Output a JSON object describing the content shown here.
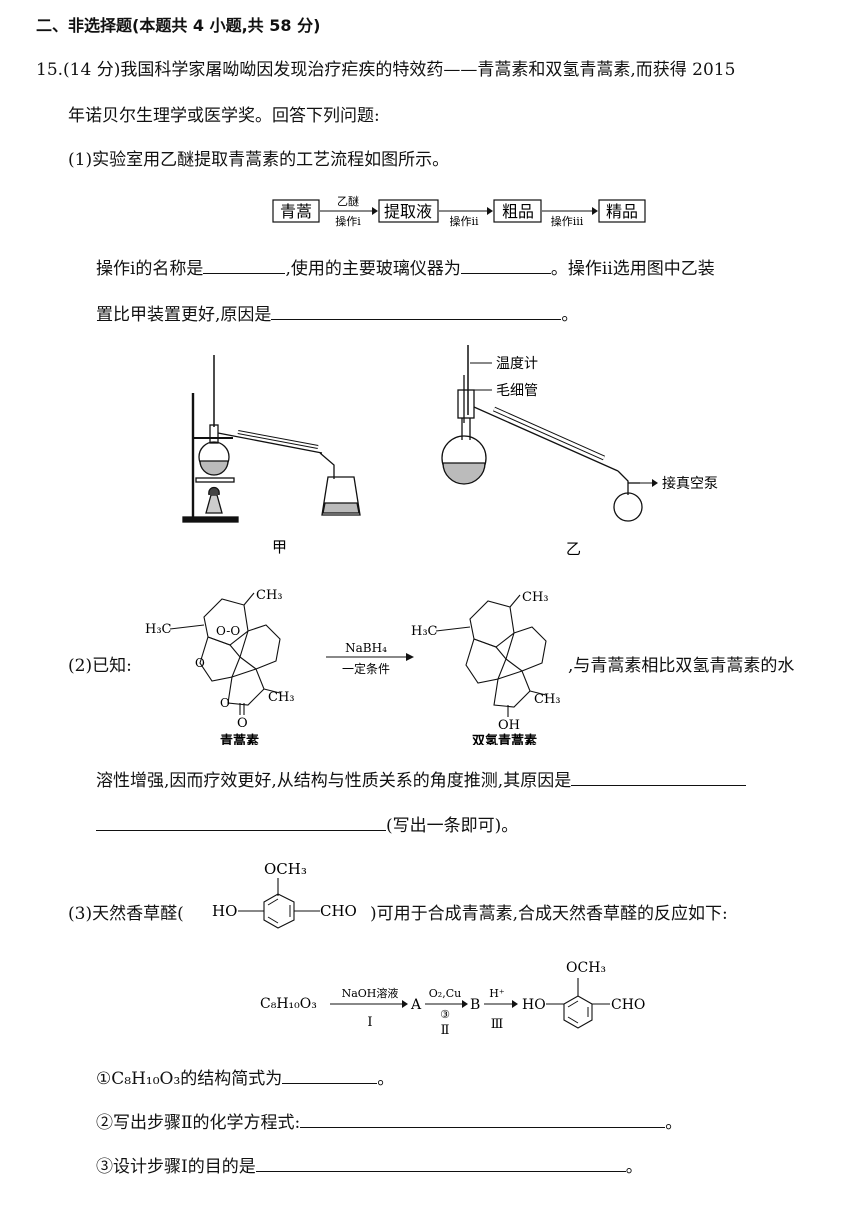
{
  "section_title": "二、非选择题(本题共 4 小题,共 58 分)",
  "q15": {
    "intro_line1": "15.(14 分)我国科学家屠呦呦因发现治疗疟疾的特效药——青蒿素和双氢青蒿素,而获得 2015",
    "intro_line2": "年诺贝尔生理学或医学奖。回答下列问题:",
    "p1_title": "(1)实验室用乙醚提取青蒿素的工艺流程如图所示。",
    "flow": {
      "box1": "青蒿",
      "box2": "提取液",
      "box3": "粗品",
      "box4": "精品",
      "arrow1_top": "乙醚",
      "arrow1_bottom": "操作ⅰ",
      "arrow2_bottom": "操作ⅱ",
      "arrow3_bottom": "操作ⅲ"
    },
    "p1_q1_a": "操作ⅰ的名称是",
    "p1_q1_b": ",使用的主要玻璃仪器为",
    "p1_q1_c": "。操作ⅱ选用图中乙装",
    "p1_q2_a": "置比甲装置更好,原因是",
    "p1_q2_b": "。",
    "apparatus": {
      "label_jia": "甲",
      "label_yi": "乙",
      "thermometer": "温度计",
      "capillary": "毛细管",
      "vacuum": "接真空泵"
    },
    "p2_prefix": "(2)已知:",
    "p2_reagent_top": "NaBH₄",
    "p2_reagent_bottom": "一定条件",
    "p2_name1": "青蒿素",
    "p2_name2": "双氢青蒿素",
    "p2_suffix": ",与青蒿素相比双氢青蒿素的水",
    "p2_line2": "溶性增强,因而疗效更好,从结构与性质关系的角度推测,其原因是",
    "p2_line3_b": "(写出一条即可)。",
    "p3_prefix": "(3)天然香草醛(",
    "p3_suffix": ")可用于合成青蒿素,合成天然香草醛的反应如下:",
    "p3_och3": "OCH₃",
    "p3_ho": "HO",
    "p3_cho": "CHO",
    "scheme": {
      "start": "C₈H₁₀O₃",
      "r1_top": "NaOH溶液",
      "r1_bottom": "Ⅰ",
      "A": "A",
      "r2_top": "O₂,Cu",
      "r2_mid": "③",
      "r2_bottom": "Ⅱ",
      "B": "B",
      "r3_top": "H⁺",
      "r3_bottom": "Ⅲ"
    },
    "sub1_a": "①C₈H₁₀O₃的结构简式为",
    "sub1_b": "。",
    "sub2_a": "②写出步骤Ⅱ的化学方程式:",
    "sub2_b": "。",
    "sub3_a": "③设计步骤Ⅰ的目的是",
    "sub3_b": "。"
  }
}
